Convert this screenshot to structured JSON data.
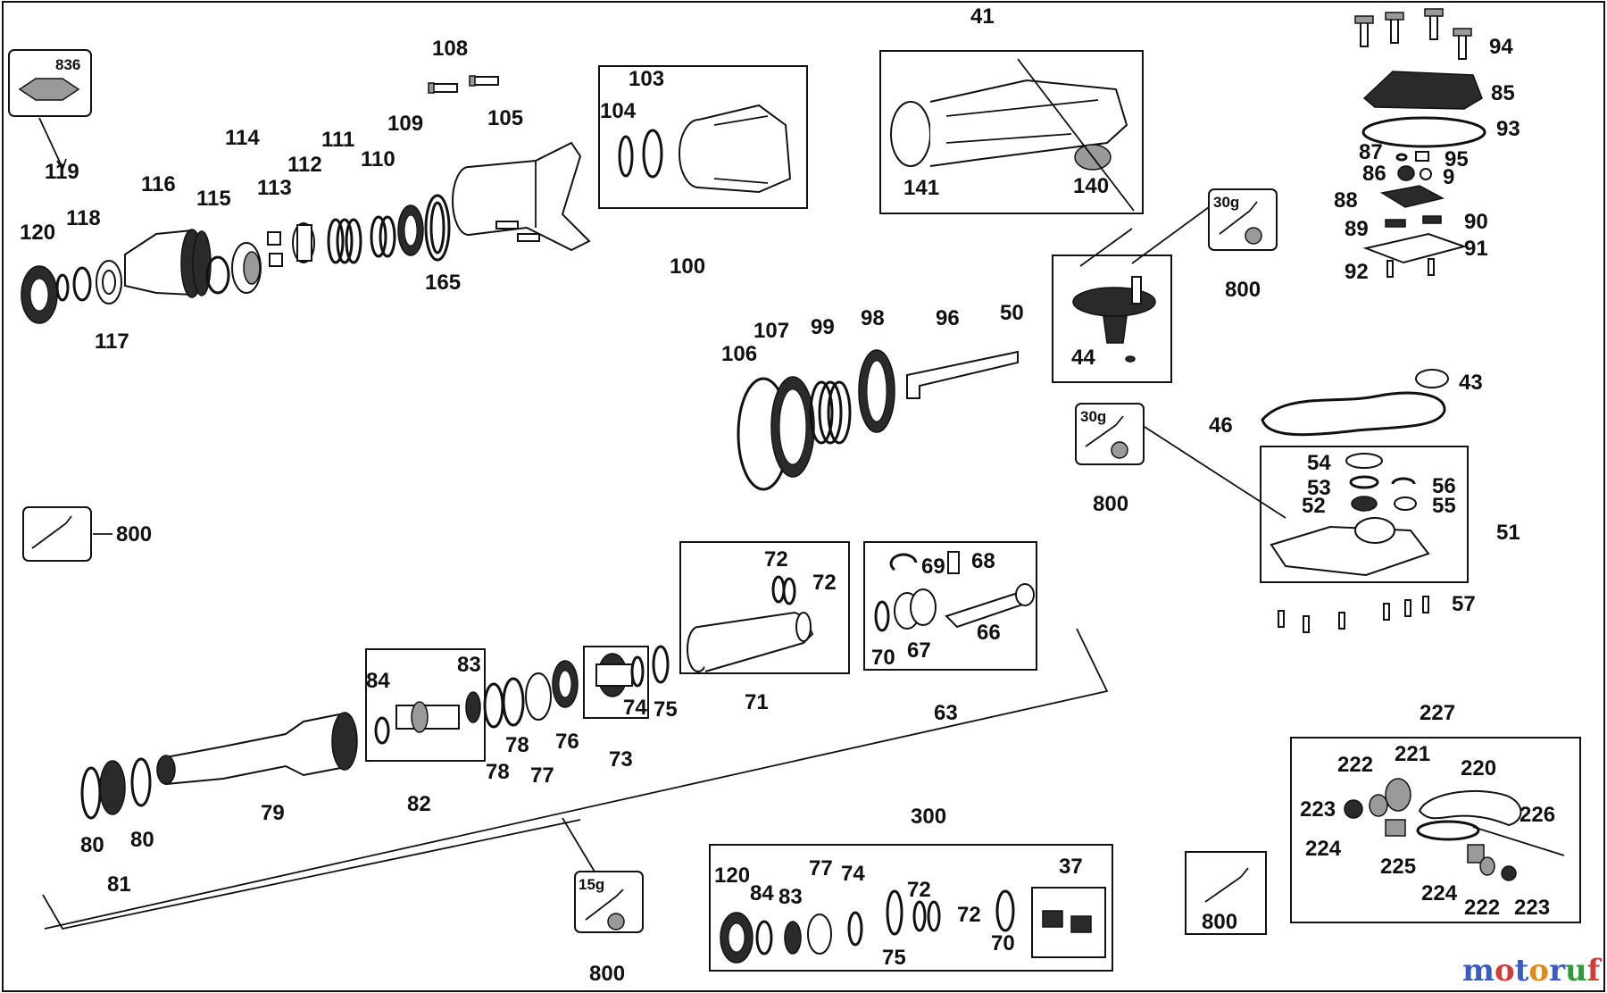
{
  "labels": {
    "l836": "836",
    "l119": "119",
    "l120": "120",
    "l118": "118",
    "l117": "117",
    "l116": "116",
    "l115": "115",
    "l114": "114",
    "l113": "113",
    "l112": "112",
    "l111": "111",
    "l110": "110",
    "l109": "109",
    "l108": "108",
    "l105": "105",
    "l165": "165",
    "l103": "103",
    "l104": "104",
    "l100": "100",
    "l41": "41",
    "l141": "141",
    "l140": "140",
    "l94": "94",
    "l85": "85",
    "l93": "93",
    "l87": "87",
    "l95": "95",
    "l86": "86",
    "l9": "9",
    "l88": "88",
    "l89": "89",
    "l90": "90",
    "l91": "91",
    "l92": "92",
    "l30g_a": "30g",
    "l800_a": "800",
    "l50": "50",
    "l44": "44",
    "l106": "106",
    "l107": "107",
    "l99": "99",
    "l98": "98",
    "l96": "96",
    "l43": "43",
    "l46": "46",
    "l30g_b": "30g",
    "l800_b": "800",
    "l54": "54",
    "l53": "53",
    "l56": "56",
    "l52": "52",
    "l55": "55",
    "l51": "51",
    "l57": "57",
    "l800_c": "800",
    "l72a": "72",
    "l72b": "72",
    "l71": "71",
    "l69": "69",
    "l68": "68",
    "l70a": "70",
    "l67": "67",
    "l66": "66",
    "l63": "63",
    "l84a": "84",
    "l83a": "83",
    "l82": "82",
    "l78a": "78",
    "l78b": "78",
    "l77a": "77",
    "l76": "76",
    "l74a": "74",
    "l75a": "75",
    "l73": "73",
    "l79": "79",
    "l80a": "80",
    "l80b": "80",
    "l81": "81",
    "l15g": "15g",
    "l800_d": "800",
    "l300": "300",
    "l120b": "120",
    "l84b": "84",
    "l83b": "83",
    "l77b": "77",
    "l74b": "74",
    "l72c": "72",
    "l72d": "72",
    "l75b": "75",
    "l70b": "70",
    "l37": "37",
    "l800_e": "800",
    "l227": "227",
    "l222a": "222",
    "l221": "221",
    "l220": "220",
    "l223a": "223",
    "l226": "226",
    "l224a": "224",
    "l225": "225",
    "l224b": "224",
    "l222b": "222",
    "l223b": "223"
  },
  "watermark": {
    "text": "motoruf",
    "colors": [
      "#3b5bbf",
      "#d23b3b",
      "#3b5bbf",
      "#e08a1c",
      "#3b5bbf",
      "#2f9b3a",
      "#d23b3b"
    ]
  }
}
